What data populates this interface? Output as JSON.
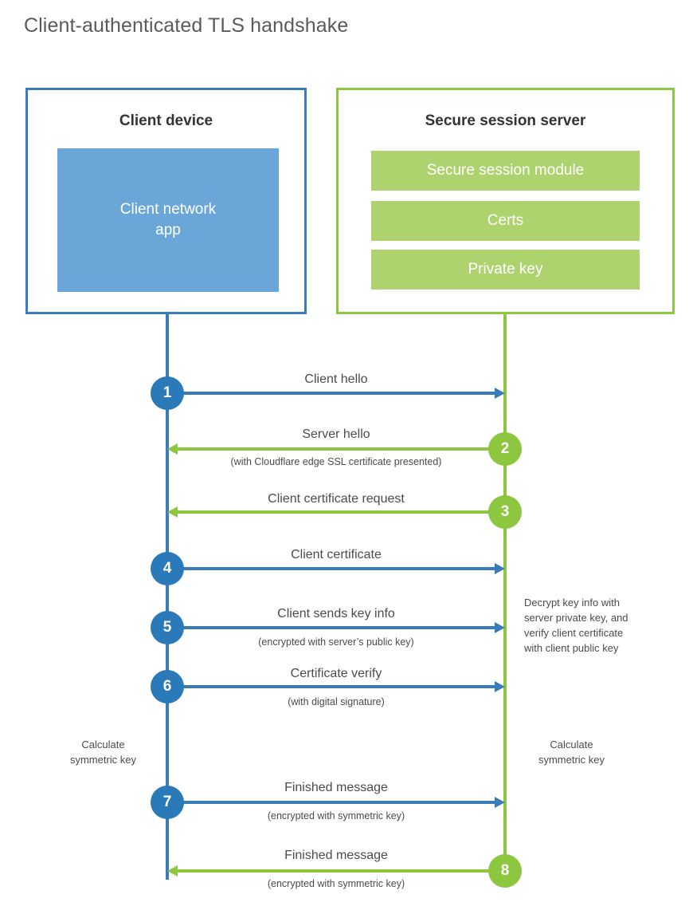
{
  "title": "Client-authenticated TLS handshake",
  "colors": {
    "blue": "#3a7cb9",
    "blue_circle": "#2a7ab9",
    "blue_fill": "#6aa7d8",
    "green": "#8dc63f",
    "green_fill": "#add26e",
    "text": "#4b4b4d",
    "title_text": "#5a5a5a"
  },
  "parties": {
    "client": {
      "title": "Client device",
      "app_label": "Client network\napp",
      "app_label_line1": "Client network",
      "app_label_line2": "app"
    },
    "server": {
      "title": "Secure session server",
      "blocks": [
        {
          "label": "Secure session module"
        },
        {
          "label": "Certs"
        },
        {
          "label": "Private key"
        }
      ]
    }
  },
  "steps": [
    {
      "number": "1",
      "direction": "client-to-server",
      "color": "blue",
      "label": "Client hello",
      "sublabel": ""
    },
    {
      "number": "2",
      "direction": "server-to-client",
      "color": "green",
      "label": "Server hello",
      "sublabel": "(with Cloudflare edge SSL certificate presented)"
    },
    {
      "number": "3",
      "direction": "server-to-client",
      "color": "green",
      "label": "Client certificate request",
      "sublabel": ""
    },
    {
      "number": "4",
      "direction": "client-to-server",
      "color": "blue",
      "label": "Client certificate",
      "sublabel": ""
    },
    {
      "number": "5",
      "direction": "client-to-server",
      "color": "blue",
      "label": "Client sends key info",
      "sublabel": "(encrypted with server’s public key)"
    },
    {
      "number": "6",
      "direction": "client-to-server",
      "color": "blue",
      "label": "Certificate verify",
      "sublabel": "(with digital signature)"
    },
    {
      "number": "7",
      "direction": "client-to-server",
      "color": "blue",
      "label": "Finished message",
      "sublabel": "(encrypted with symmetric key)"
    },
    {
      "number": "8",
      "direction": "server-to-client",
      "color": "green",
      "label": "Finished message",
      "sublabel": "(encrypted with symmetric key)"
    }
  ],
  "annotations": {
    "server_decrypt": "Decrypt key info with server private key, and verify client certificate with client public key",
    "server_decrypt_lines": [
      "Decrypt key info with",
      "server private key, and",
      "verify client certificate",
      "with client public key"
    ],
    "client_calculate_line1": "Calculate",
    "client_calculate_line2": "symmetric key",
    "server_calculate_line1": "Calculate",
    "server_calculate_line2": "symmetric key"
  }
}
